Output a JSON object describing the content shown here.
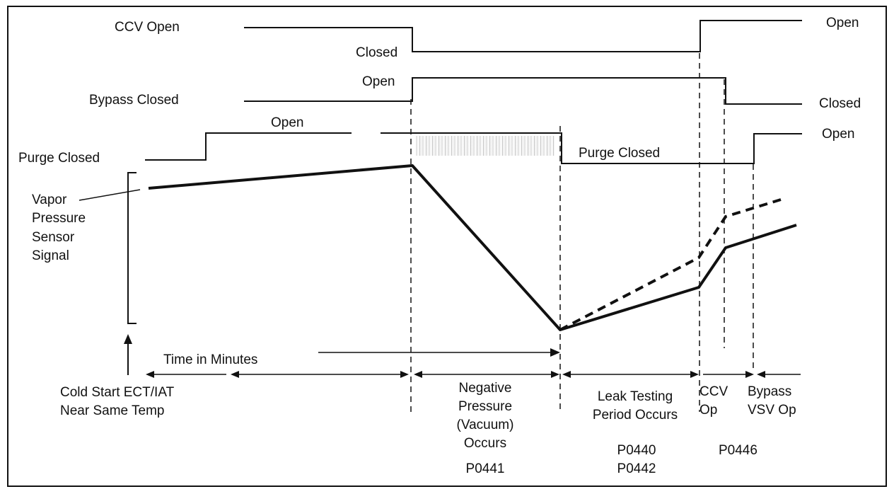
{
  "signals": {
    "ccv_open": "CCV Open",
    "ccv_closed": "Closed",
    "ccv_reopen": "Open",
    "bypass_open": "Open",
    "bypass_closed": "Bypass Closed",
    "bypass_reclosed": "Closed",
    "purge_open": "Open",
    "purge_closed": "Purge Closed",
    "purge_closed_mid": "Purge Closed",
    "purge_reopen": "Open"
  },
  "sensor_label": [
    "Vapor",
    "Pressure",
    "Sensor",
    "Signal"
  ],
  "time_label": "Time  in Minutes",
  "cold_start": [
    "Cold Start ECT/IAT",
    "Near Same Temp"
  ],
  "phases": {
    "negative_pressure": [
      "Negative",
      "Pressure",
      "(Vacuum)",
      "Occurs"
    ],
    "leak_testing": [
      "Leak Testing",
      "Period Occurs"
    ],
    "ccv_op": [
      "CCV",
      "Op"
    ],
    "bypass_op": [
      "Bypass",
      "VSV Op"
    ]
  },
  "codes": {
    "negative_pressure": "P0441",
    "leak_testing": [
      "P0440",
      "P0442"
    ],
    "ccv_op": "P0446"
  },
  "colors": {
    "line": "#111111",
    "background": "#ffffff"
  }
}
